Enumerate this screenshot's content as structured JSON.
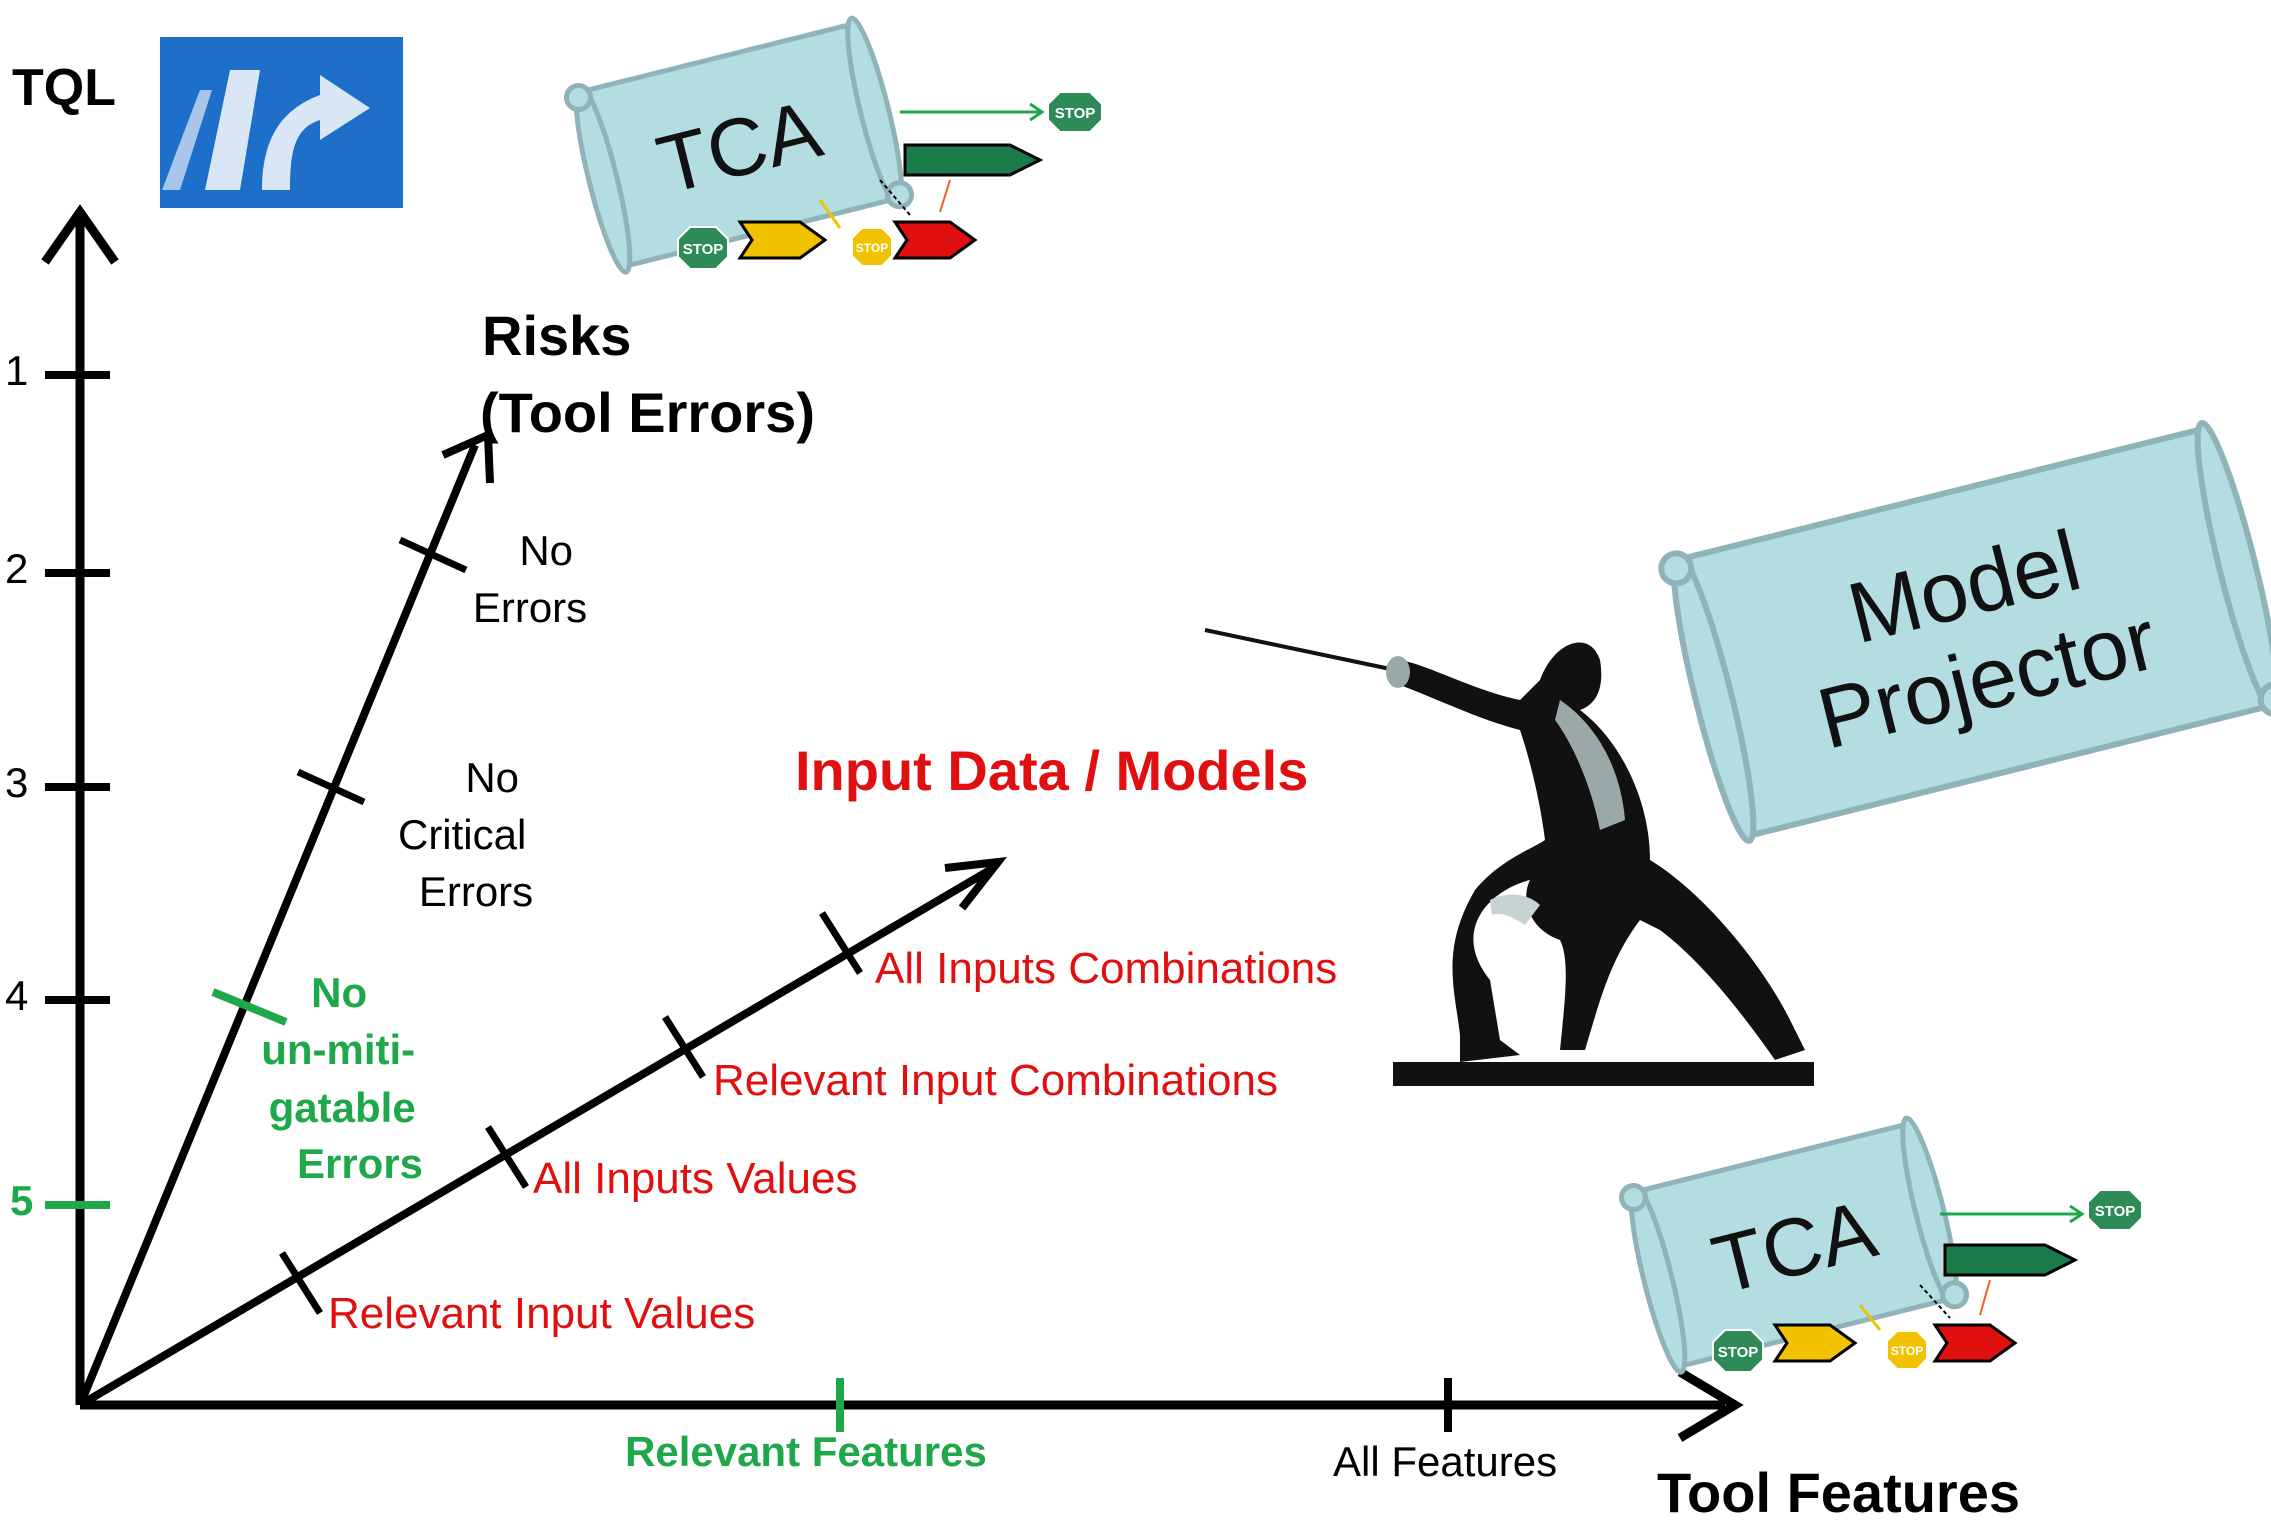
{
  "tql": {
    "label": "TQL",
    "levels": [
      "1",
      "2",
      "3",
      "4",
      "5"
    ],
    "highlight_level": "5"
  },
  "risks_axis": {
    "title_line1": "Risks",
    "title_line2": "(Tool Errors)",
    "ticks": {
      "no_errors": [
        "No",
        "Errors"
      ],
      "no_critical": [
        "No",
        "Critical",
        "Errors"
      ],
      "no_unmitigatable": [
        "No",
        "un-miti-",
        "gatable",
        "Errors"
      ]
    }
  },
  "input_axis": {
    "title": "Input Data / Models",
    "ticks": [
      "Relevant Input Values",
      "All Inputs Values",
      "Relevant Input Combinations",
      "All Inputs Combinations"
    ]
  },
  "features_axis": {
    "title": "Tool Features",
    "ticks": [
      "Relevant Features",
      "All Features"
    ]
  },
  "scrolls": {
    "tca_top": "TCA",
    "tca_bottom": "TCA",
    "model_projector_line1": "Model",
    "model_projector_line2": "Projector"
  },
  "stop_sign_text": "STOP",
  "colors": {
    "black": "#000000",
    "red": "#e01010",
    "green": "#1fa84a",
    "scroll_fill": "#b3dde0",
    "scroll_stroke": "#8fb3b8",
    "icon_blue": "#1d6fc9"
  },
  "icons": [
    "road-merge-icon",
    "fencer-icon",
    "stop-sign-icon",
    "process-arrow-icon"
  ]
}
